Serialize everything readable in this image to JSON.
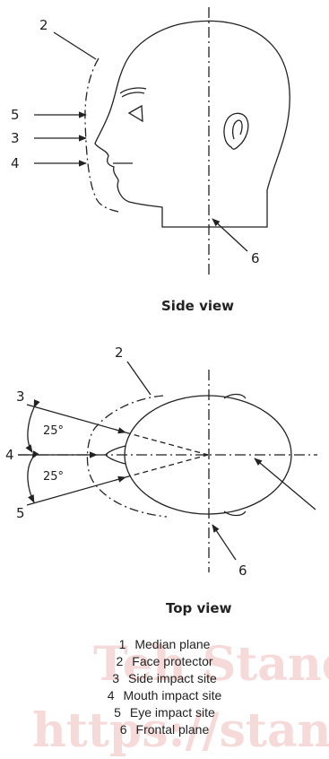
{
  "watermark": {
    "line1": "Teh Standard",
    "line2": "https://standards.i"
  },
  "side_view": {
    "caption": "Side view",
    "callouts": {
      "face_protector": "2",
      "eye": "5",
      "side": "3",
      "mouth": "4",
      "frontal": "6"
    }
  },
  "top_view": {
    "caption": "Top view",
    "callouts": {
      "face_protector": "2",
      "side": "3",
      "mouth": "4",
      "eye": "5",
      "frontal": "6"
    },
    "angle_upper": "25°",
    "angle_lower": "25°"
  },
  "legend": [
    {
      "number": "1",
      "label": "Median plane"
    },
    {
      "number": "2",
      "label": "Face protector"
    },
    {
      "number": "3",
      "label": "Side impact site"
    },
    {
      "number": "4",
      "label": "Mouth impact site"
    },
    {
      "number": "5",
      "label": "Eye impact site"
    },
    {
      "number": "6",
      "label": "Frontal plane"
    }
  ]
}
